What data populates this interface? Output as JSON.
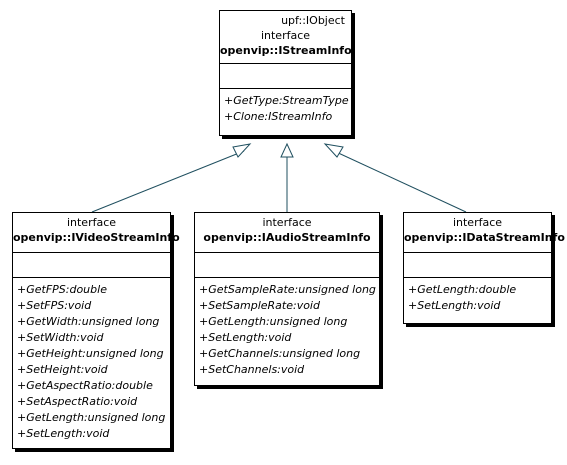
{
  "top": {
    "stereotype_extra": "upf::IObject",
    "stereotype": "interface",
    "name": "openvip::IStreamInfo",
    "ops": [
      "+GetType:StreamType",
      "+Clone:IStreamInfo"
    ]
  },
  "video": {
    "stereotype": "interface",
    "name": "openvip::IVideoStreamInfo",
    "ops": [
      "+GetFPS:double",
      "+SetFPS:void",
      "+GetWidth:unsigned long",
      "+SetWidth:void",
      "+GetHeight:unsigned long",
      "+SetHeight:void",
      "+GetAspectRatio:double",
      "+SetAspectRatio:void",
      "+GetLength:unsigned long",
      "+SetLength:void"
    ]
  },
  "audio": {
    "stereotype": "interface",
    "name": "openvip::IAudioStreamInfo",
    "ops": [
      "+GetSampleRate:unsigned long",
      "+SetSampleRate:void",
      "+GetLength:unsigned long",
      "+SetLength:void",
      "+GetChannels:unsigned long",
      "+SetChannels:void"
    ]
  },
  "data": {
    "stereotype": "interface",
    "name": "openvip::IDataStreamInfo",
    "ops": [
      "+GetLength:double",
      "+SetLength:void"
    ]
  },
  "colors": {
    "connector": "#1f4f5f"
  }
}
